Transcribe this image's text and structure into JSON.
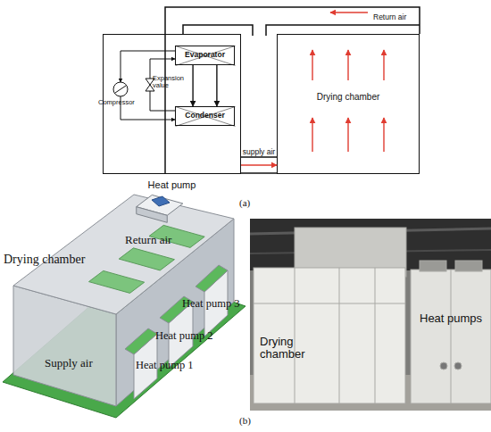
{
  "diagram": {
    "nodes": [
      {
        "text": [
          "Heat pump"
        ]
      },
      {
        "text": [
          "Evaporator"
        ],
        "in": 0
      },
      {
        "text": [
          "Condenser"
        ],
        "in": 0
      },
      {
        "text": [
          "Drying chamber"
        ]
      }
    ],
    "edges": [
      {
        "from": 1,
        "to": 2,
        "arrow": "to"
      },
      {
        "from": 1,
        "to": 2,
        "arrow": "to"
      },
      {
        "from": 0,
        "to": 3,
        "label": "supply air",
        "arrow": "to"
      }
    ],
    "labels": [
      "Return air",
      "Compressor",
      "Expansion value",
      "(a)",
      "Drying chamber",
      "Return air",
      "Heat pump 3",
      "Heat pump 2",
      "Heat pump 1",
      "Supply air",
      "Drying chamber",
      "Heat pumps",
      "(b)"
    ]
  }
}
